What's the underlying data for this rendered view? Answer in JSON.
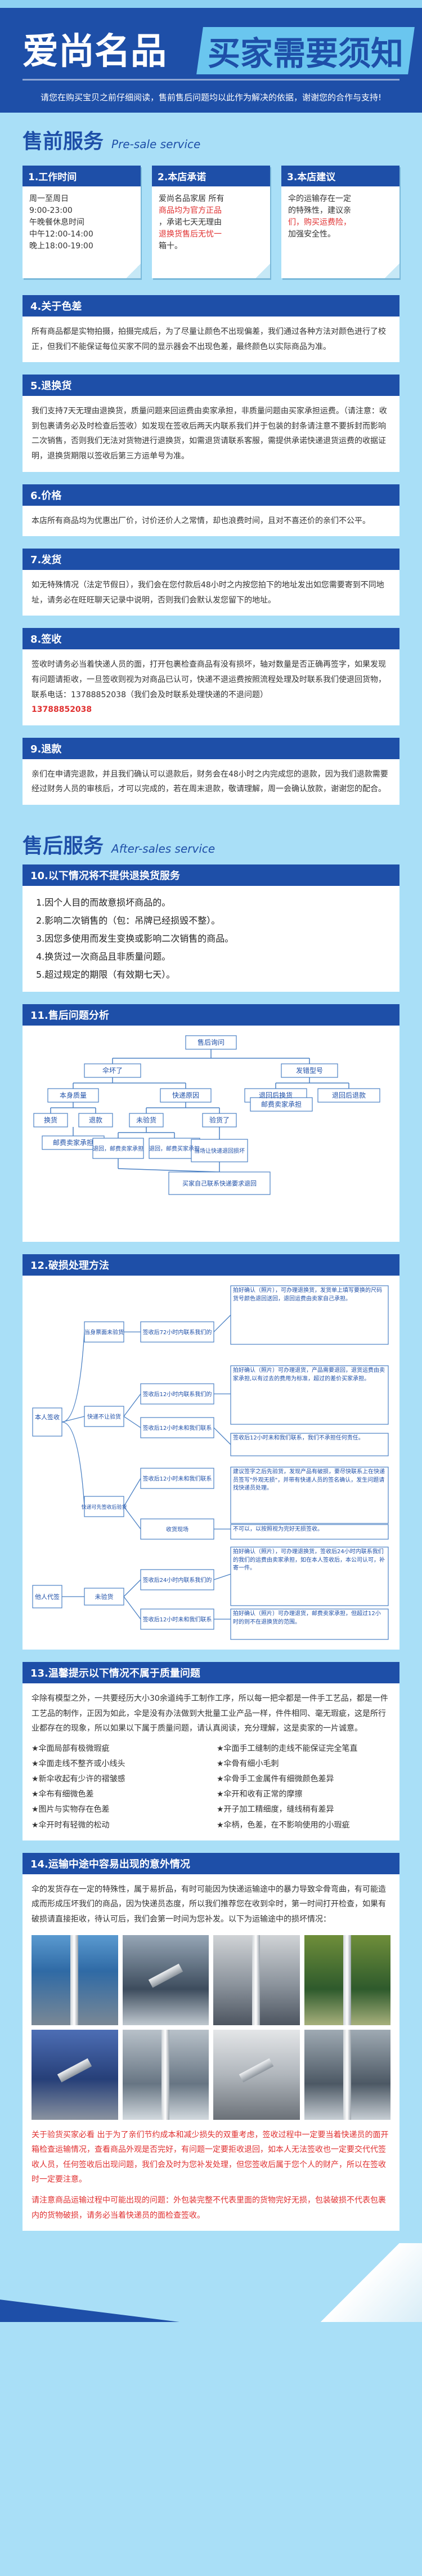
{
  "header": {
    "title": "爱尚名品",
    "subtitle": "买家需要须知",
    "intro": "请您在购买宝贝之前仔细阅读，售前售后问题均以此作为解决的依据，谢谢您的合作与支持!"
  },
  "presale": {
    "title_cn": "售前服务",
    "title_en": "Pre-sale service",
    "cards": [
      {
        "head": "1.工作时间",
        "lines": [
          "周一至周日",
          "9:00-23:00",
          "午晚餐休息时间",
          "中午12:00-14:00",
          "晚上18:00-19:00"
        ]
      },
      {
        "head": "2.本店承诺",
        "lines": [
          "爱尚名品家居 所有",
          "商品均为官方正品",
          "，承诺七天无理由",
          "退换货售后无忧一",
          "箱十。"
        ]
      },
      {
        "head": "3.本店建议",
        "lines": [
          "伞的运输存在一定",
          "的特殊性，建议亲",
          "们，购买运费险，",
          "加强安全性。"
        ]
      }
    ],
    "sections": [
      {
        "head": "4.关于色差",
        "body": "所有商品都是实物拍摄，拍摄完成后，为了尽量让颜色不出现偏差，我们通过各种方法对颜色进行了校正，但我们不能保证每位买家不同的显示器会不出现色差，最终颜色以实际商品为准。"
      },
      {
        "head": "5.退换货",
        "body": "我们支持7天无理由退换货，质量问题来回运费由卖家承担，非质量问题由买家承担运费。（请注意：收到包裹请务必及时检查后签收）如发现在签收后两天内联系我们并于包装的封条请注意不要拆封而影响二次销售，否则我们无法对货物进行退换货，如需退货请联系客服，需提供承诺快递退货运费的收据证明，退换货期限以签收后第三方运单号为准。"
      },
      {
        "head": "6.价格",
        "body": "本店所有商品均为优惠出厂价，讨价还价人之常情，却也浪费时间，且对不喜还价的亲们不公平。"
      },
      {
        "head": "7.发货",
        "body": "如无特殊情况（法定节假日），我们会在您付款后48小时之内按您拍下的地址发出如您需要寄到不同地址，请务必在旺旺聊天记录中说明，否则我们会默认发您留下的地址。"
      },
      {
        "head": "8.签收",
        "body": "签收时请务必当着快递人员的面，打开包裹检查商品有没有损坏，轴对数量是否正确再签字，如果发现有问题请拒收，一旦签收则视为对商品已认可，快递不退运费按照流程处理及时联系我们使退回货物，联系电话：13788852038（我们会及时联系处理快递的不退问题）"
      },
      {
        "head": "9.退款",
        "body": "亲们在申请完退款，并且我们确认可以退款后，财务会在48小时之内完成您的退款，因为我们退款需要经过财务人员的审核后，才可以完成的，若在周末退款，敬请理解，周一会确认放款，谢谢您的配合。"
      }
    ],
    "phone": "13788852038"
  },
  "aftersale": {
    "title_cn": "售后服务",
    "title_en": "After-sales service",
    "rules_head": "10.以下情况将不提供退换货服务",
    "rules": [
      "1.因个人目的而故意损坏商品的。",
      "2.影响二次销售的（包：吊牌已经损毁不整）。",
      "3.因您多使用而发生变换或影响二次销售的商品。",
      "4.换货过一次商品且非质量问题。",
      "5.超过规定的期限（有效期七天）。"
    ],
    "flow_head": "11.售后问题分析",
    "flow": {
      "root": "售后询问",
      "left": "伞坏了",
      "right": "发错型号",
      "n1": "本身质量",
      "n2": "快递原因",
      "n3": "退回后换货",
      "n4": "退回后退款",
      "n5": "换货",
      "n6": "退款",
      "n7": "未验货",
      "n8": "验货了",
      "n9": "邮费卖家承担",
      "n10": "邮费卖家承担",
      "n11": "退回，邮费卖家承担",
      "n12": "退回，邮费买家承担",
      "n13": "当场让快递退回损坏",
      "n14": "买家自己联系快递要求退回"
    },
    "damage_head": "12.破损处理方法",
    "damage": {
      "self": "本人签收",
      "recv1": "当身票面未验货",
      "recv2": "快递不让验货",
      "recv3": "快递可先签收后验货",
      "sign1": "签收后72小时内联系我们的",
      "sign2": "签收后12小时内联系我们的",
      "sign3": "签收后12小时未和我们联系",
      "sign4": "签收后12小时未和我们联系",
      "sign5": "收货现场",
      "other": "他人代签",
      "other1": "未验货",
      "sign6": "签收后24小时内联系我们的",
      "sign7": "签收后12小时未和我们联系",
      "r1": "拍好确认（照片），可办理退换货，发货单上填写要换的尺码货号颜色退回送回，退回运费由卖家自己承担。",
      "r2": "拍好确认（照片）可办理退货，产品需要退回，退货运费由卖家承担,以有过去的费用为标准，超过的差价买家承担。",
      "r3": "签收后12小时未和我们联系，我们不承担任何责任。",
      "r4": "建议签字之后先验货，发现产品有破损，要尽快联系上在快递员签写\"外观无损\"，并带有快递人员的签名确认，发生问题请找快递员处理。",
      "r5": "不可以，以按照视为完好无损签收。",
      "r6": "拍好确认（照片），可办理退换货，签收后24小时内联系我们的我们的运费由卖家承担，如在本人签收后，本公司认可，补寄一件。",
      "r7": "拍好确认（照片）可办理退货，邮费卖家承担，但超过12小时的则不在退换货的范围。"
    },
    "quality_head": "13.温馨提示以下情况不属于质量问题",
    "quality_body": "伞除有模型之外，一共要经历大小30余道纯手工制作工序，所以每一把伞都是一件手工艺品，都是一件工艺品的制作，正因为如此，伞是没有办法做到大批量工业产品一样，件件相同、毫无瑕疵，这是所行业都存在的现象，所以如果以下属于质量问题，请认真阅读，充分理解，这是卖家的一片诚意。",
    "quality_items": [
      "★伞面局部有极微瑕疵",
      "★伞面手工缝制的走线不能保证完全笔直",
      "★伞面走线不整齐或小线头",
      "★伞骨有细小毛刺",
      "★新伞收起有少许的褶皱感",
      "★伞骨手工金属件有细微颜色差异",
      "★伞布有细微色差",
      "★伞开和收有正常的摩擦",
      "★图片与实物存在色差",
      "★开子加工精细度，缝线稍有差异",
      "★伞开时有轻微的松动",
      "★伞柄，色差，在不影响使用的小瑕疵"
    ],
    "transit_head": "14.运输中途中容易出现的意外情况",
    "transit_body": "伞的发货存在一定的特殊性，属于易折品，有时可能因为快递运输途中的暴力导致伞骨弯曲，有可能造成而形成压坏我们的商品，因为快递员态度，所以我们推荐您在收到伞时，第一时间打开检查，如果有破损请直接拒收，待认可后，我们会第一时间为您补发。以下为运输途中的损坏情况：",
    "transit_note1": "关于验货买家必看 出于为了亲们节约成本和减少损失的双重考虑，签收过程中一定要当着快递员的面开箱检查运输情况，查看商品外观是否完好，有问题一定要拒收退回，如本人无法签收也一定要交代代签收人员，任何签收后出现问题，我们会及时为您补发处理，但您签收后属于您个人的财产，所以在签收时一定要注意。",
    "transit_note2": "请注意商品运输过程中可能出现的问题：外包装完整不代表里面的货物完好无损，包装破损不代表包裹内的货物破损，请务必当着快递员的面检查签收。"
  }
}
